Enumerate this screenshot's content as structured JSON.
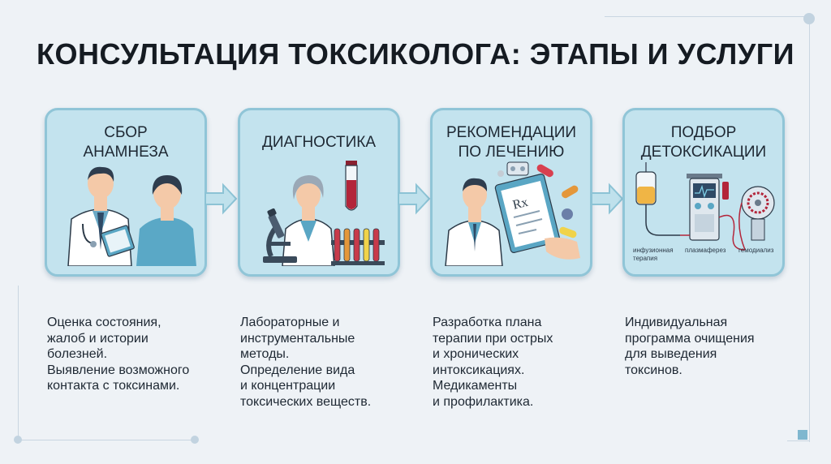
{
  "title": "КОНСУЛЬТАЦИЯ ТОКСИКОЛОГА: ЭТАПЫ И УСЛУГИ",
  "steps": [
    {
      "title": "СБОР\nАНАМНЕЗА",
      "description": "Оценка состояния,\nжалоб и истории\nболезней.\nВыявление возможного\nконтакта с токсинами."
    },
    {
      "title": "ДИАГНОСТИКА",
      "description": "Лабораторные и\nинструментальные\nметоды.\nОпределение вида\nи концентрации\nтоксических веществ."
    },
    {
      "title": "РЕКОМЕНДАЦИИ\nПО ЛЕЧЕНИЮ",
      "description": "Разработка плана\nтерапии при острых\nи хронических\nинтоксикациях.\nМедикаменты\nи профилактика.",
      "rx_label": "Rx"
    },
    {
      "title": "ПОДБОР\nДЕТОКСИКАЦИИ",
      "description": "Индивидуальная\nпрограмма очищения\nдля выведения\nтоксинов.",
      "labels": [
        "инфузионная\nтерапия",
        "плазмаферез",
        "гемодиализ"
      ]
    }
  ],
  "colors": {
    "card_bg": "#c3e3ee",
    "card_border": "#90c5d7",
    "arrow": "#bfe1ec",
    "coat": "#ffffff",
    "skin": "#f4c9a8",
    "hair_dark": "#2f3d4e",
    "scrubs": "#4a98b8"
  },
  "icons": [
    "doctor-icon",
    "patient-icon",
    "clipboard-icon",
    "microscope-icon",
    "test-tube-icon",
    "pill-icon",
    "iv-bag-icon",
    "plasmapheresis-machine-icon",
    "dialysis-machine-icon",
    "arrow-right-icon"
  ]
}
